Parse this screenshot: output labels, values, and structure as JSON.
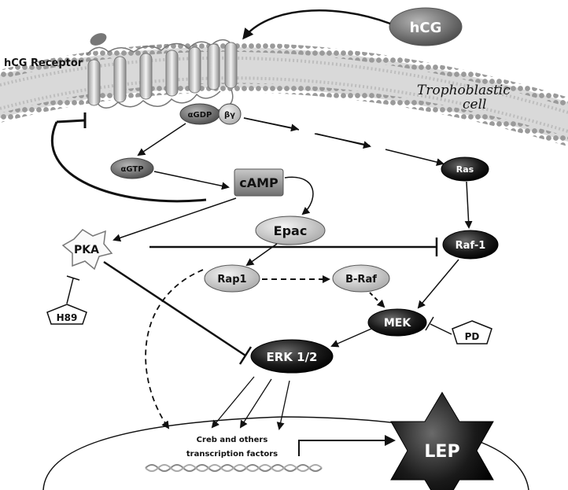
{
  "labels": {
    "receptor": "hCG Receptor",
    "cell": "Trophoblastic",
    "cell2": "cell",
    "hcg": "hCG",
    "agdp": "αGDP",
    "bg": "βγ",
    "agtp": "αGTP",
    "camp": "cAMP",
    "epac": "Epac",
    "pka": "PKA",
    "h89": "H89",
    "ras": "Ras",
    "raf1": "Raf-1",
    "rap1": "Rap1",
    "braf": "B-Raf",
    "mek": "MEK",
    "pd": "PD",
    "erk": "ERK 1/2",
    "creb1": "Creb and others",
    "creb2": "transcription factors",
    "lep": "LEP"
  },
  "colors": {
    "dark_node": "#151515",
    "light_node": "#cfcfcf",
    "membrane": "#8f8f8f",
    "line": "#111111"
  }
}
